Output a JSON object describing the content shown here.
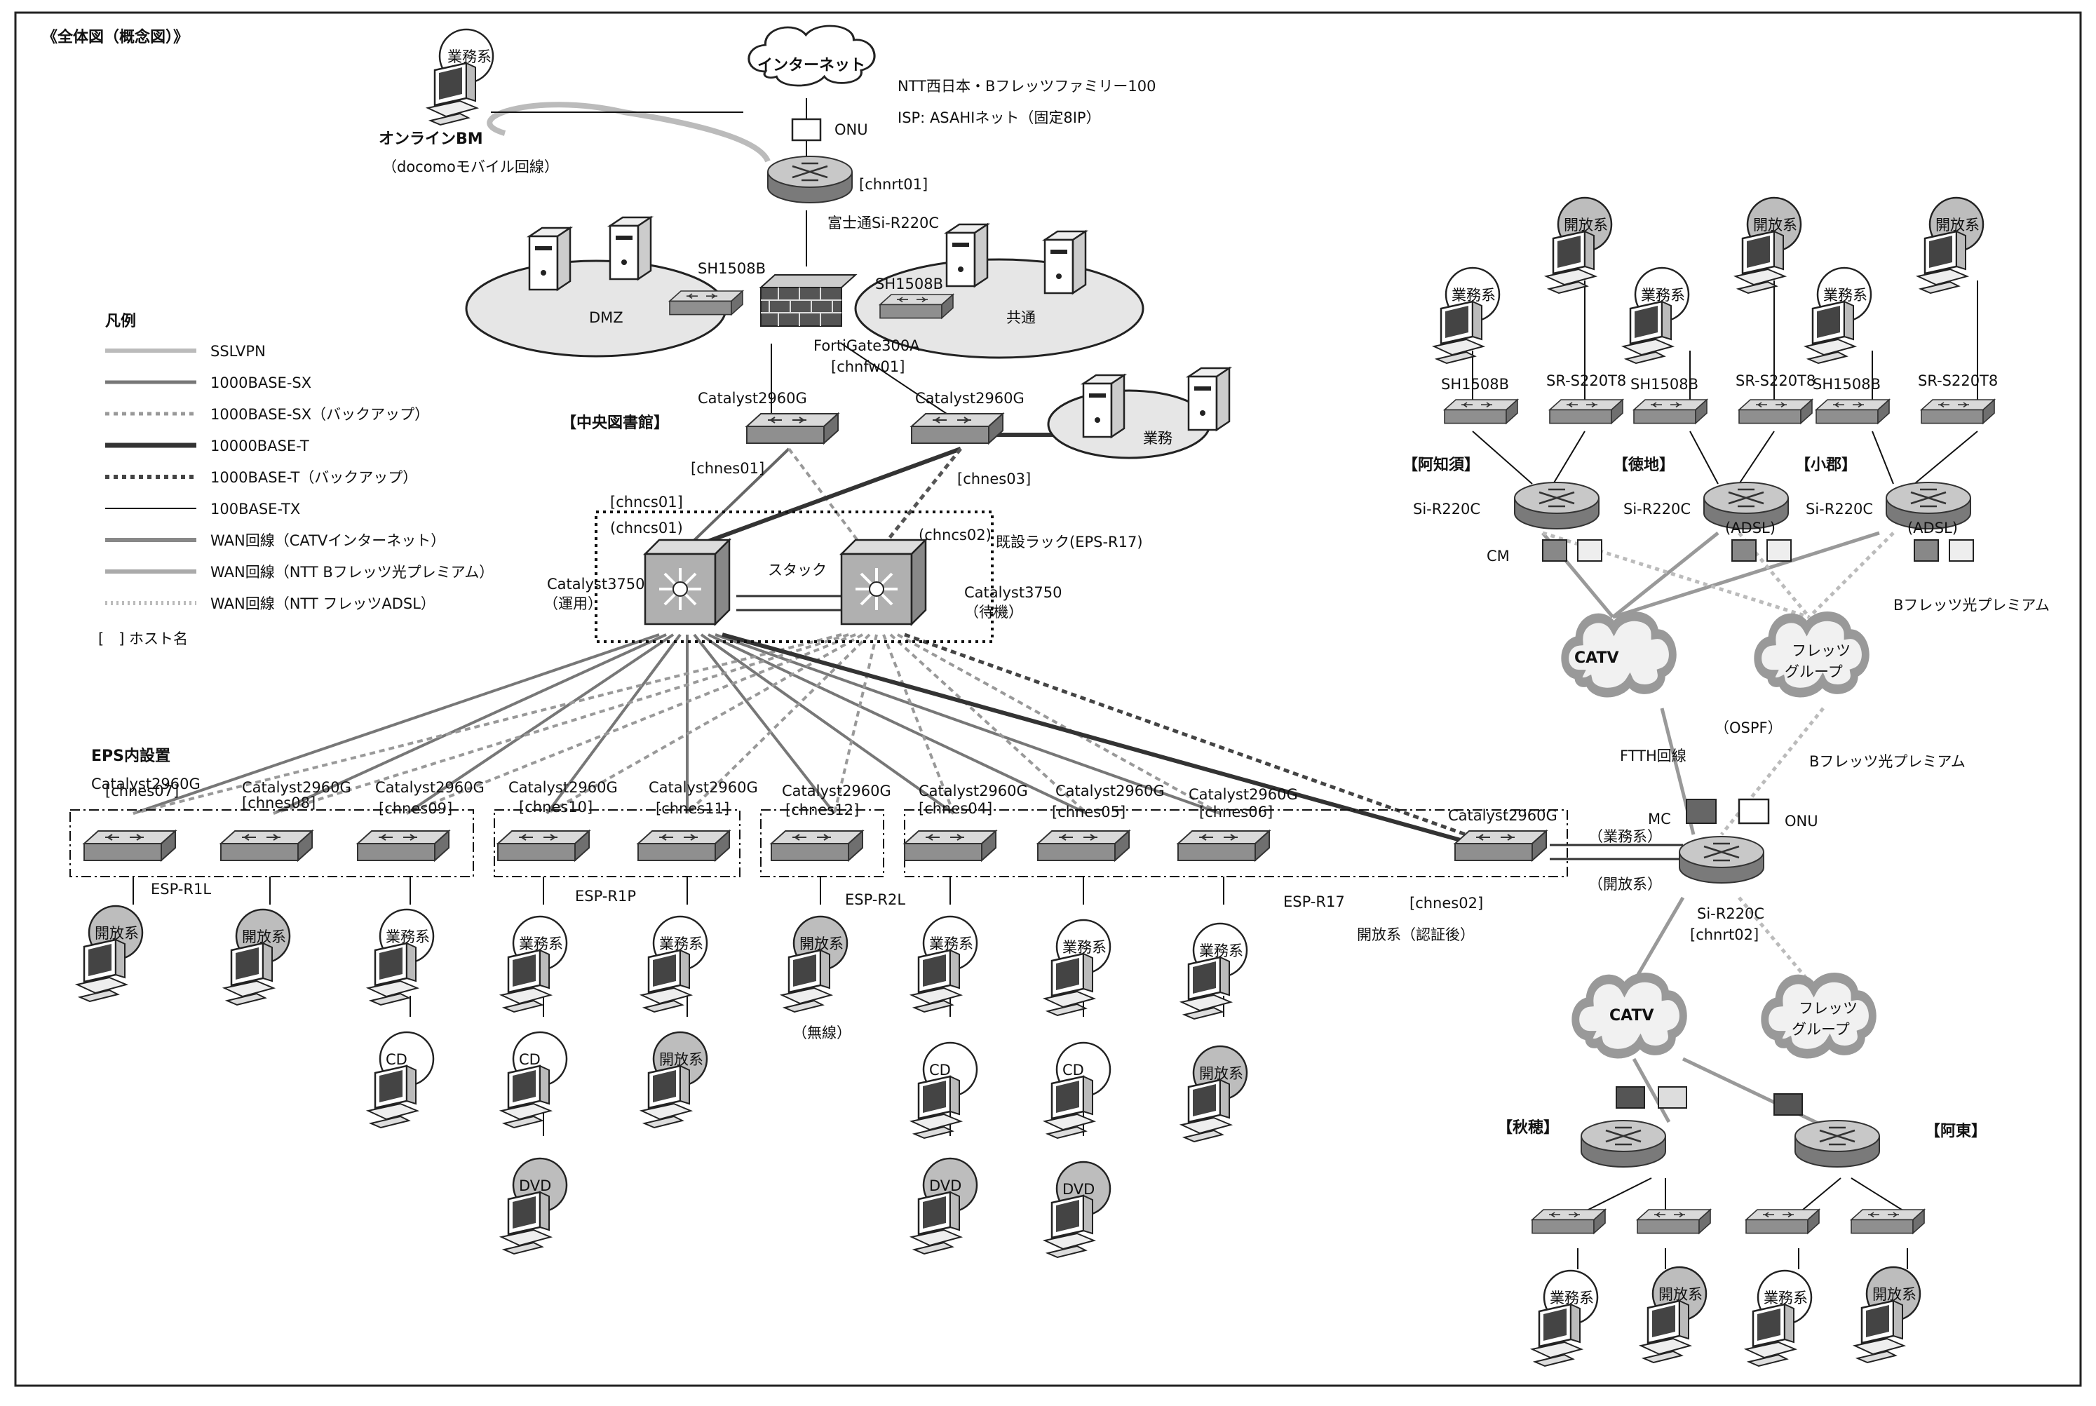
{
  "title": "《全体図（概念図）》",
  "internet": {
    "cloud_label": "インターネット",
    "provider": "NTT西日本・Bフレッツファミリー100",
    "isp": "ISP:  ASAHIネット（固定8IP）",
    "onu": "ONU"
  },
  "top_router": {
    "hostname": "[chnrt01]",
    "model": "富士通Si-R220C"
  },
  "online": {
    "pc_label": "業務系",
    "title": "オンラインBM",
    "subtitle": "（docomoモバイル回線）"
  },
  "dmz": {
    "zone_label": "DMZ",
    "switch": "SH1508B"
  },
  "common": {
    "zone_label": "共通",
    "switch": "SH1508B"
  },
  "firewall": {
    "model": "FortiGate300A",
    "hostname": "[chnfw01]"
  },
  "central": {
    "site_label": "【中央図書館】",
    "sw1_model": "Catalyst2960G",
    "sw1_host": "[chnes01]",
    "sw3_model": "Catalyst2960G",
    "sw3_host": "[chnes03]",
    "gyomu_zone": "業務",
    "core_host1": "[chncs01]",
    "core_host1b": "(chncs01)",
    "core_host2": "(chncs02)",
    "rack": "既設ラック(EPS-R17)",
    "stack": "スタック",
    "core1_model": "Catalyst3750",
    "core1_role": "（運用）",
    "core2_model": "Catalyst3750",
    "core2_role": "（待機）"
  },
  "legend": {
    "title": "凡例",
    "items": [
      "SSLVPN",
      "1000BASE-SX",
      "1000BASE-SX（バックアップ）",
      "10000BASE-T",
      "1000BASE-T（バックアップ）",
      "100BASE-TX",
      "WAN回線（CATVインターネット）",
      "WAN回線（NTT Bフレッツ光プレミアム）",
      "WAN回線（NTT フレッツADSL）"
    ],
    "host_note": "[　] ホスト名"
  },
  "eps": {
    "heading": "EPS内設置",
    "switches": [
      {
        "model": "Catalyst2960G",
        "host": "[chnes07]"
      },
      {
        "model": "Catalyst2960G",
        "host": "[chnes08]"
      },
      {
        "model": "Catalyst2960G",
        "host": "[chnes09]"
      },
      {
        "model": "Catalyst2960G",
        "host": "[chnes10]"
      },
      {
        "model": "Catalyst2960G",
        "host": "[chnes11]"
      },
      {
        "model": "Catalyst2960G",
        "host": "[chnes12]"
      },
      {
        "model": "Catalyst2960G",
        "host": "[chnes04]"
      },
      {
        "model": "Catalyst2960G",
        "host": "[chnes05]"
      },
      {
        "model": "Catalyst2960G",
        "host": "[chnes06]"
      }
    ],
    "groups": [
      "ESP-R1L",
      "ESP-R1P",
      "ESP-R2L",
      "ESP-R17"
    ],
    "chnes02_model": "Catalyst2960G",
    "chnes02_host": "[chnes02]",
    "chnes02_note": "開放系（認証後）",
    "wireless": "（無線）"
  },
  "pc_labels": {
    "kaiho": "開放系",
    "gyomu": "業務系",
    "cd": "CD",
    "dvd": "DVD"
  },
  "branches_top": [
    {
      "name": "【阿知須】",
      "sw1": "SH1508B",
      "sw2": "SR-S220T8",
      "router": "Si-R220C",
      "extra": "CM"
    },
    {
      "name": "【徳地】",
      "sw1": "SH1508B",
      "sw2": "SR-S220T8",
      "router": "Si-R220C",
      "extra": "(ADSL)"
    },
    {
      "name": "【小郡】",
      "sw1": "SH1508B",
      "sw2": "SR-S220T8",
      "router": "Si-R220C",
      "extra": "(ADSL)"
    }
  ],
  "wan": {
    "catv": "CATV",
    "flets_l1": "フレッツ",
    "flets_l2": "グループ",
    "bflets_premium": "Bフレッツ光プレミアム",
    "ftth": "FTTH回線",
    "ospf": "（OSPF）",
    "bflets2": "Bフレッツ光プレミアム",
    "mc": "MC",
    "onu": "ONU",
    "gyomu_link": "（業務系）",
    "kaiho_link": "（開放系）",
    "router2_model": "Si-R220C",
    "router2_host": "[chnrt02]"
  },
  "branches_bottom": [
    {
      "name": "【秋穂】"
    },
    {
      "name": "【阿東】"
    }
  ]
}
